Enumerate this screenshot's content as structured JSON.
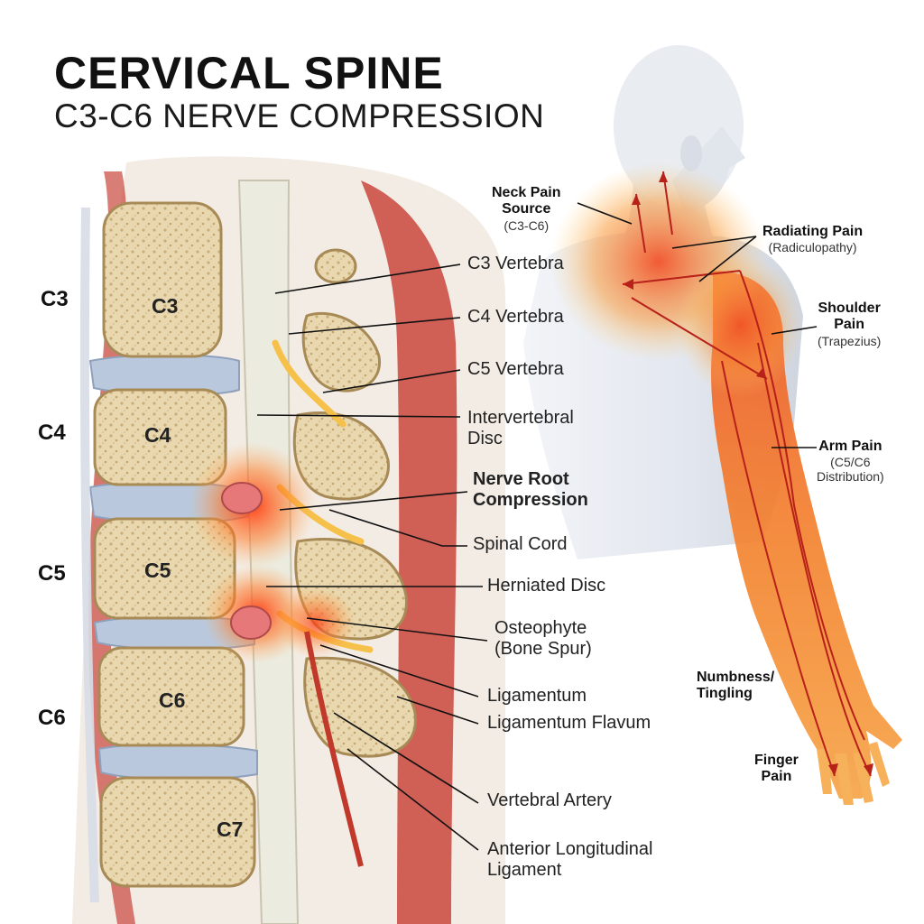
{
  "header": {
    "title": "CERVICAL SPINE",
    "subtitle": "C3-C6 NERVE COMPRESSION"
  },
  "levels": [
    "C3",
    "C4",
    "C5",
    "C6"
  ],
  "vertebra_labels": [
    "C3",
    "C4",
    "C5",
    "C6",
    "C7"
  ],
  "anatomy_labels": {
    "c3_vertebra": "C3 Vertebra",
    "c4_vertebra": "C4 Vertebra",
    "c5_vertebra": "C5 Vertebra",
    "intervertebral_disc": "Intervertebral\nDisc",
    "nerve_root_compression": "Nerve Root\nCompression",
    "spinal_cord": "Spinal Cord",
    "herniated_disc": "Herniated Disc",
    "osteophyte": "Osteophyte\n(Bone Spur)",
    "ligamentum": "Ligamentum",
    "ligamentum_flavum": "Ligamentum Flavum",
    "vertebral_artery": "Vertebral Artery",
    "anterior_longitudinal_ligament": "Anterior Longitudinal\nLigament"
  },
  "pain_labels": {
    "neck_pain": {
      "title": "Neck Pain\nSource",
      "sub": "(C3-C6)"
    },
    "radiating_pain": {
      "title": "Radiating Pain",
      "sub": "(Radiculopathy)"
    },
    "shoulder_pain": {
      "title": "Shoulder\nPain",
      "sub": "(Trapezius)"
    },
    "arm_pain": {
      "title": "Arm Pain",
      "sub": "(C5/C6\nDistribution)"
    },
    "numbness": {
      "title": "Numbness/\nTingling"
    },
    "finger_pain": {
      "title": "Finger\nPain"
    }
  },
  "colors": {
    "bone": "#e8d6ad",
    "disc": "#b9c8dc",
    "inflammation": "#f24a1f",
    "nerve": "#f6c14a",
    "muscle": "#c9463d",
    "skin": "#e6e9ef"
  }
}
